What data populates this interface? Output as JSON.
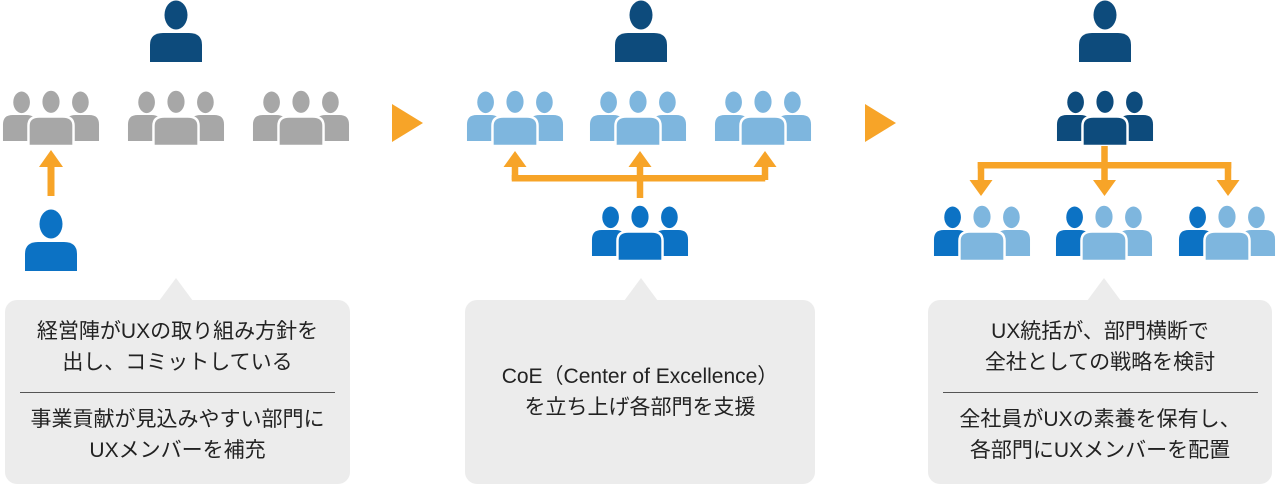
{
  "colors": {
    "navy": "#0d4b7c",
    "medium_blue": "#0c72c4",
    "light_blue": "#7eb6de",
    "gray": "#a7a7a7",
    "orange": "#f7a428",
    "box_bg": "#ececec",
    "divider": "#555555",
    "text": "#222222"
  },
  "stages": [
    {
      "caption_top": "経営陣がUXの取り組み方針を\n出し、コミットしている",
      "caption_bottom": "事業貢献が見込みやすい部門に\nUXメンバーを補充"
    },
    {
      "caption": "CoE（Center of Excellence）\nを立ち上げ各部門を支援"
    },
    {
      "caption_top": "UX統括が、部門横断で\n全社としての戦略を検討",
      "caption_bottom": "全社員がUXの素養を保有し、\n各部門にUXメンバーを配置"
    }
  ],
  "icons": {
    "single_person": "person-silhouette",
    "team": "three-person-group",
    "stage_transition": "right-pointing-triangle",
    "flow_up": "up-arrow",
    "flow_branch_up": "three-branch-up-arrows",
    "flow_branch_down": "three-branch-down-arrows"
  }
}
